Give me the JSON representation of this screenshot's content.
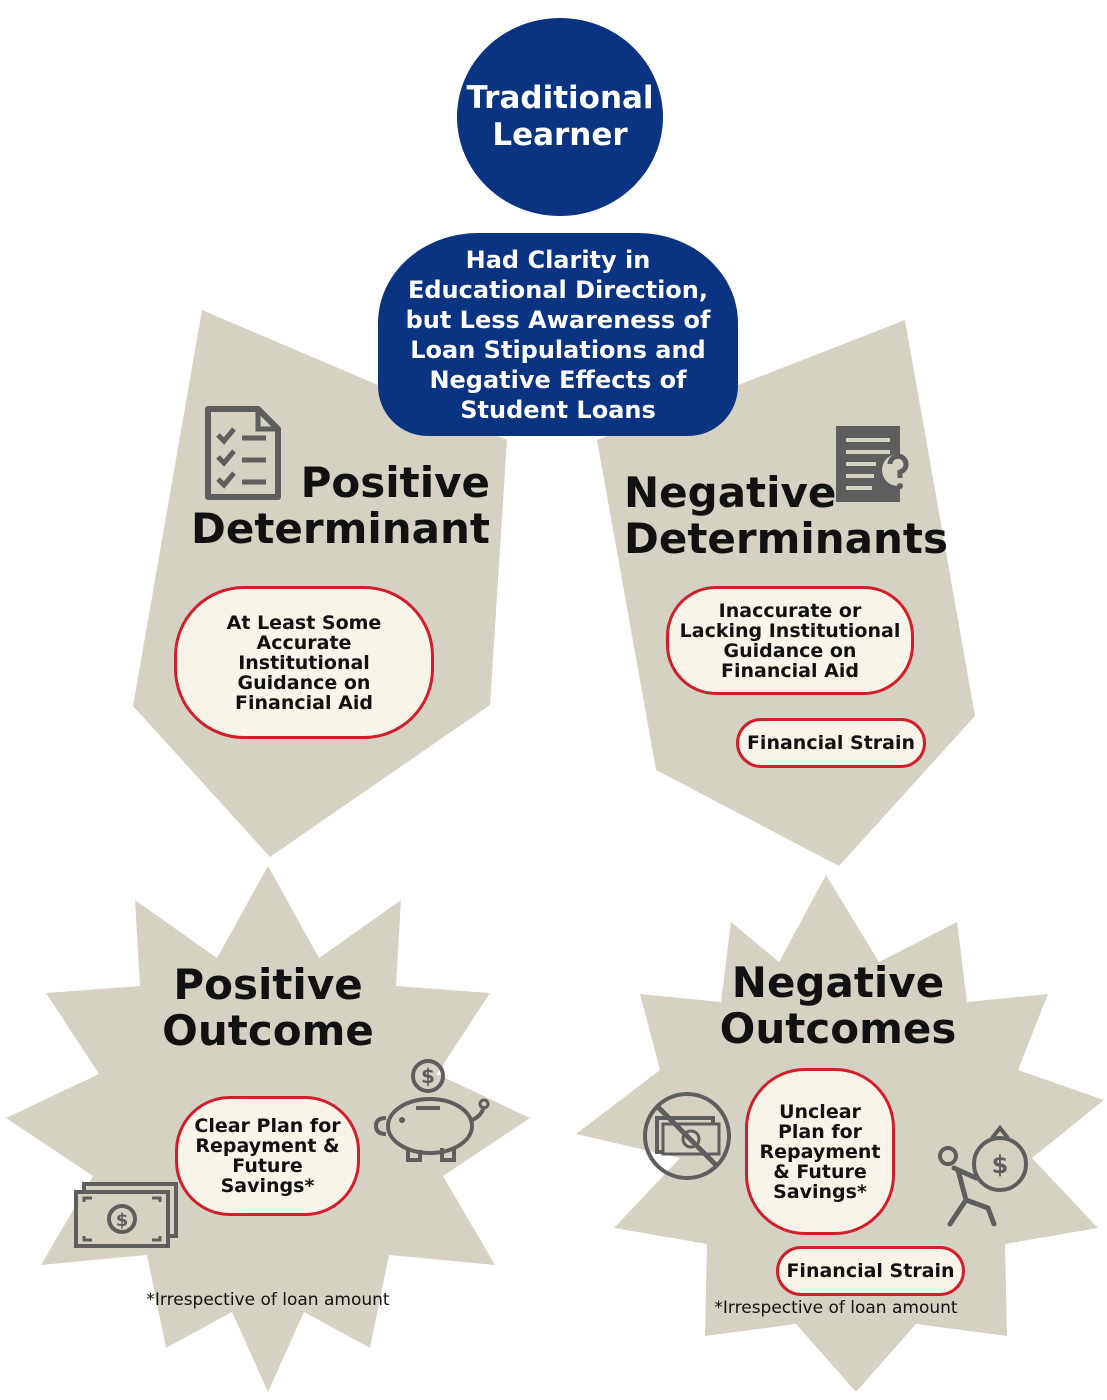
{
  "diagram": {
    "top_node": "Traditional Learner",
    "middle_node": "Had Clarity in Educational Direction, but Less Awareness of Loan Stipulations and Negative Effects of Student Loans",
    "positive_determinant": {
      "heading": "Positive Determinant",
      "items": [
        "At Least Some Accurate Institutional Guidance on Financial Aid"
      ]
    },
    "negative_determinants": {
      "heading": "Negative Determinants",
      "items": [
        "Inaccurate or Lacking Institutional Guidance on Financial Aid",
        "Financial Strain"
      ]
    },
    "positive_outcome": {
      "heading": "Positive Outcome",
      "items": [
        "Clear Plan for Repayment & Future Savings*"
      ],
      "note": "*Irrespective of loan amount"
    },
    "negative_outcomes": {
      "heading": "Negative Outcomes",
      "items": [
        "Unclear Plan for Repayment & Future Savings*",
        "Financial Strain"
      ],
      "note": "*Irrespective of loan amount"
    }
  },
  "colors": {
    "navy": "#0a3382",
    "beige": "#d6d2c3",
    "pill_fill": "#f8f4ea",
    "pill_border": "#d01f2a",
    "icon_gray": "#5e5e5e"
  },
  "icons": [
    "checklist-icon",
    "question-document-icon",
    "piggy-bank-icon",
    "banknote-icon",
    "no-money-icon",
    "debt-burden-icon"
  ]
}
